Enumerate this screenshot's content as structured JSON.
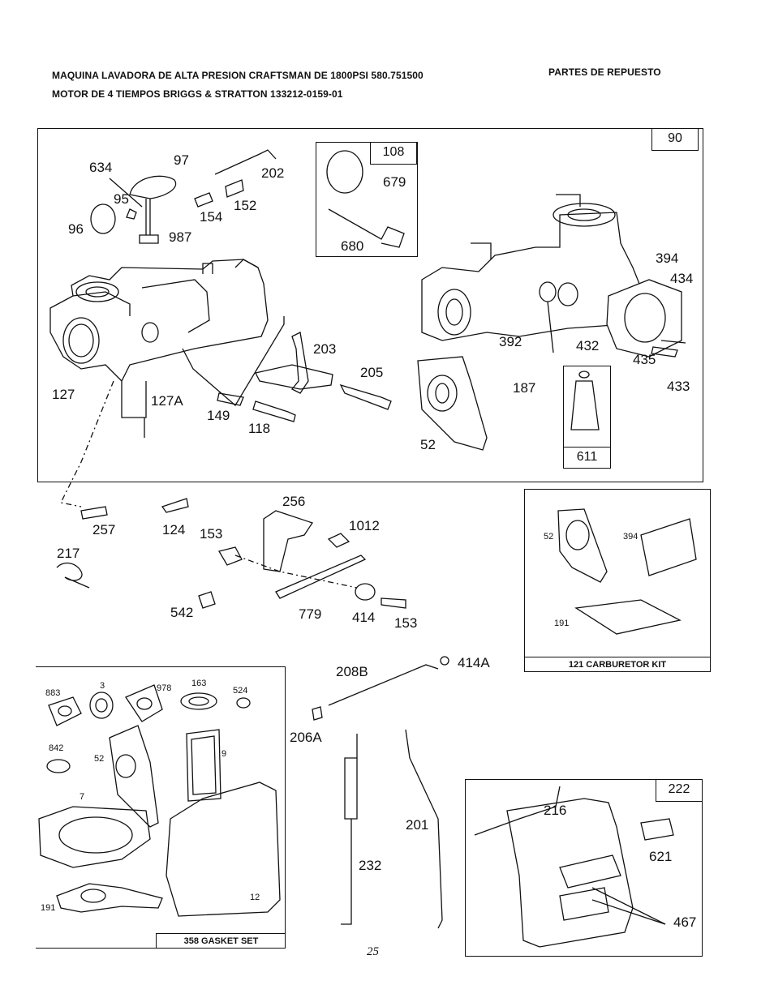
{
  "header": {
    "line1": "MAQUINA LAVADORA DE ALTA PRESION CRAFTSMAN DE 1800PSI 580.751500",
    "line2": "MOTOR DE 4 TIEMPOS BRIGGS & STRATTON 133212-0159-01",
    "right": "PARTES DE REPUESTO"
  },
  "boxes": {
    "main": "90",
    "inset108": "108",
    "inset611": "611",
    "kit222": "222"
  },
  "captions": {
    "carb_kit": "121 CARBURETOR KIT",
    "gasket_set": "358 GASKET SET"
  },
  "labels": [
    "634",
    "97",
    "202",
    "95",
    "152",
    "154",
    "96",
    "987",
    "108",
    "679",
    "680",
    "394",
    "434",
    "392",
    "432",
    "435",
    "433",
    "187",
    "127",
    "127A",
    "203",
    "205",
    "149",
    "118",
    "52",
    "611",
    "257",
    "124",
    "153",
    "256",
    "1012",
    "217",
    "542",
    "779",
    "414",
    "153",
    "52",
    "394",
    "191",
    "208B",
    "414A",
    "883",
    "3",
    "978",
    "163",
    "524",
    "842",
    "52",
    "9",
    "7",
    "12",
    "191",
    "206A",
    "201",
    "232",
    "216",
    "621",
    "467"
  ],
  "page_number": "25"
}
